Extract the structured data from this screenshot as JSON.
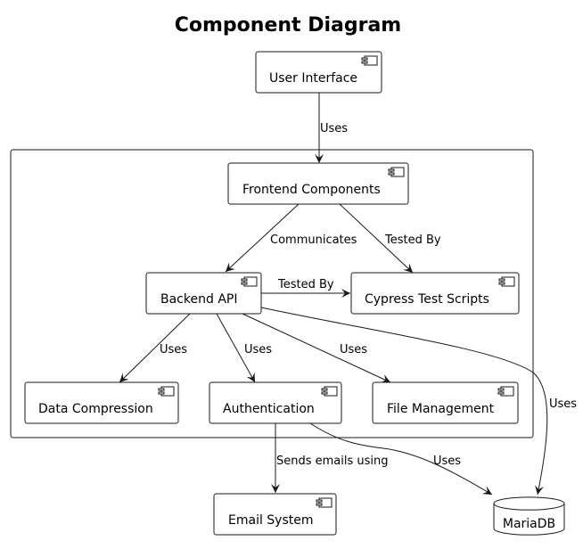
{
  "title": "Component Diagram",
  "nodes": {
    "ui": {
      "label": "User Interface",
      "kind": "component"
    },
    "frontend": {
      "label": "Frontend Components",
      "kind": "component"
    },
    "backend": {
      "label": "Backend API",
      "kind": "component"
    },
    "cypress": {
      "label": "Cypress Test Scripts",
      "kind": "component"
    },
    "compression": {
      "label": "Data Compression",
      "kind": "component"
    },
    "auth": {
      "label": "Authentication",
      "kind": "component"
    },
    "files": {
      "label": "File Management",
      "kind": "component"
    },
    "email": {
      "label": "Email System",
      "kind": "component"
    },
    "mariadb": {
      "label": "MariaDB",
      "kind": "database"
    }
  },
  "edges": [
    {
      "from": "ui",
      "to": "frontend",
      "label": "Uses"
    },
    {
      "from": "frontend",
      "to": "backend",
      "label": "Communicates"
    },
    {
      "from": "frontend",
      "to": "cypress",
      "label": "Tested By"
    },
    {
      "from": "backend",
      "to": "cypress",
      "label": "Tested By"
    },
    {
      "from": "backend",
      "to": "compression",
      "label": "Uses"
    },
    {
      "from": "backend",
      "to": "auth",
      "label": "Uses"
    },
    {
      "from": "backend",
      "to": "files",
      "label": "Uses"
    },
    {
      "from": "backend",
      "to": "mariadb",
      "label": "Uses"
    },
    {
      "from": "auth",
      "to": "email",
      "label": "Sends emails using"
    },
    {
      "from": "auth",
      "to": "mariadb",
      "label": "Uses"
    }
  ]
}
